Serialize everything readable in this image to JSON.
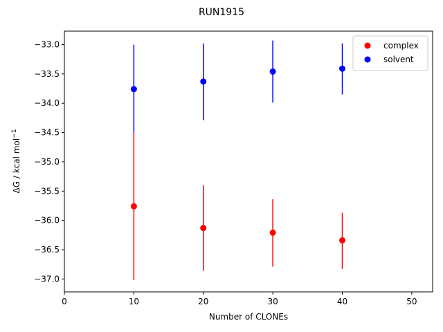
{
  "chart_data": {
    "type": "scatter",
    "title": "RUN1915",
    "xlabel": "Number of CLONEs",
    "ylabel": "ΔG / kcal mol",
    "ylabel_sup": "−1",
    "xlim": [
      0,
      53
    ],
    "ylim": [
      -37.22,
      -32.77
    ],
    "xticks": [
      0,
      10,
      20,
      30,
      40,
      50
    ],
    "yticks": [
      -33.0,
      -33.5,
      -34.0,
      -34.5,
      -35.0,
      -35.5,
      -36.0,
      -36.5,
      -37.0
    ],
    "legend": "top-right",
    "grid": false,
    "series": [
      {
        "name": "complex",
        "color": "#ff0000",
        "points": [
          {
            "x": 10,
            "y": -35.76,
            "err_low": -37.02,
            "err_high": -34.5
          },
          {
            "x": 20,
            "y": -36.13,
            "err_low": -36.86,
            "err_high": -35.4
          },
          {
            "x": 30,
            "y": -36.21,
            "err_low": -36.79,
            "err_high": -35.64
          },
          {
            "x": 40,
            "y": -36.34,
            "err_low": -36.83,
            "err_high": -35.87
          }
        ]
      },
      {
        "name": "solvent",
        "color": "#0000ff",
        "points": [
          {
            "x": 10,
            "y": -33.76,
            "err_low": -34.5,
            "err_high": -33.0
          },
          {
            "x": 20,
            "y": -33.63,
            "err_low": -34.29,
            "err_high": -32.98
          },
          {
            "x": 30,
            "y": -33.46,
            "err_low": -33.99,
            "err_high": -32.93
          },
          {
            "x": 40,
            "y": -33.41,
            "err_low": -33.85,
            "err_high": -32.98
          }
        ]
      }
    ]
  }
}
